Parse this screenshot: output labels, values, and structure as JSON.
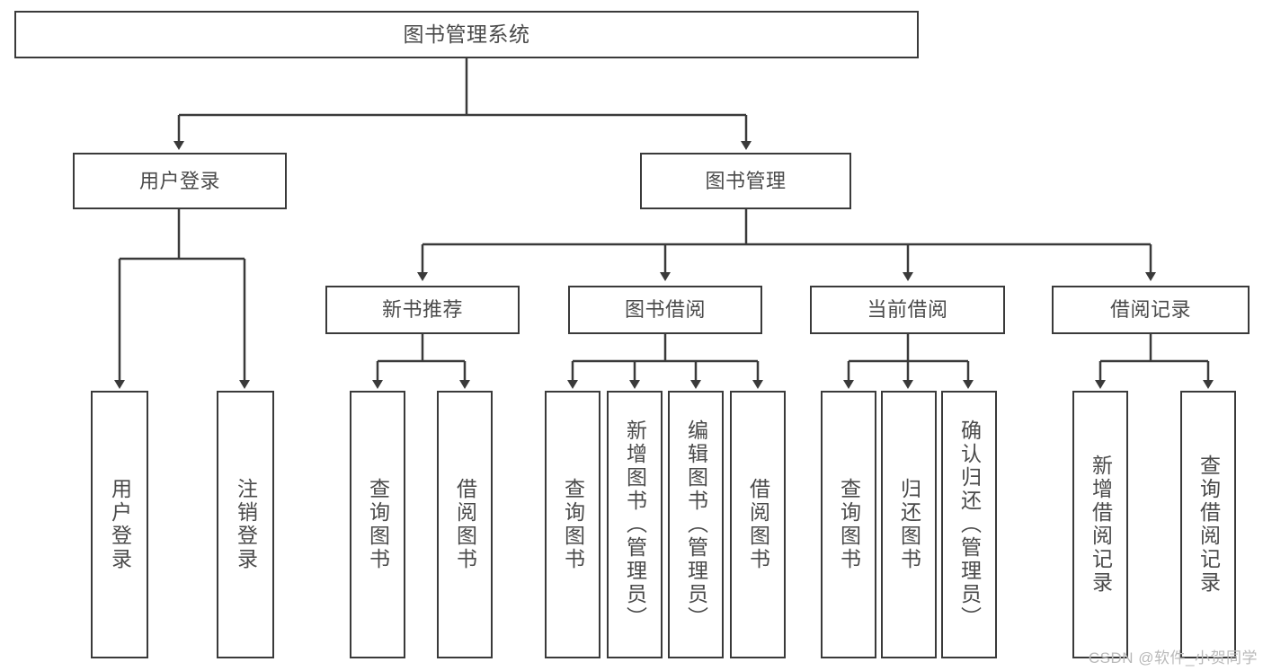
{
  "diagram": {
    "type": "tree",
    "title": "图书管理系统",
    "colors": {
      "box_border": "#3a3a3a",
      "box_fill": "#ffffff",
      "connector": "#3a3a3a",
      "text": "#4a4a4a",
      "watermark": "#b9b9b9",
      "background": "#ffffff"
    },
    "root": {
      "label": "图书管理系统"
    },
    "level1": [
      {
        "label": "用户登录"
      },
      {
        "label": "图书管理"
      }
    ],
    "level2": [
      {
        "label": "新书推荐"
      },
      {
        "label": "图书借阅"
      },
      {
        "label": "当前借阅"
      },
      {
        "label": "借阅记录"
      }
    ],
    "leaves": {
      "user_login": [
        {
          "label": "用户登录"
        },
        {
          "label": "注销登录"
        }
      ],
      "new_book": [
        {
          "label": "查询图书"
        },
        {
          "label": "借阅图书"
        }
      ],
      "borrow_book": [
        {
          "label": "查询图书"
        },
        {
          "label": "新增图书（管理员）"
        },
        {
          "label": "编辑图书（管理员）"
        },
        {
          "label": "借阅图书"
        }
      ],
      "current_borrow": [
        {
          "label": "查询图书"
        },
        {
          "label": "归还图书"
        },
        {
          "label": "确认归还（管理员）"
        }
      ],
      "borrow_record": [
        {
          "label": "新增借阅记录"
        },
        {
          "label": "查询借阅记录"
        }
      ]
    }
  },
  "watermark": {
    "text": "CSDN @软件_小贺同学"
  }
}
